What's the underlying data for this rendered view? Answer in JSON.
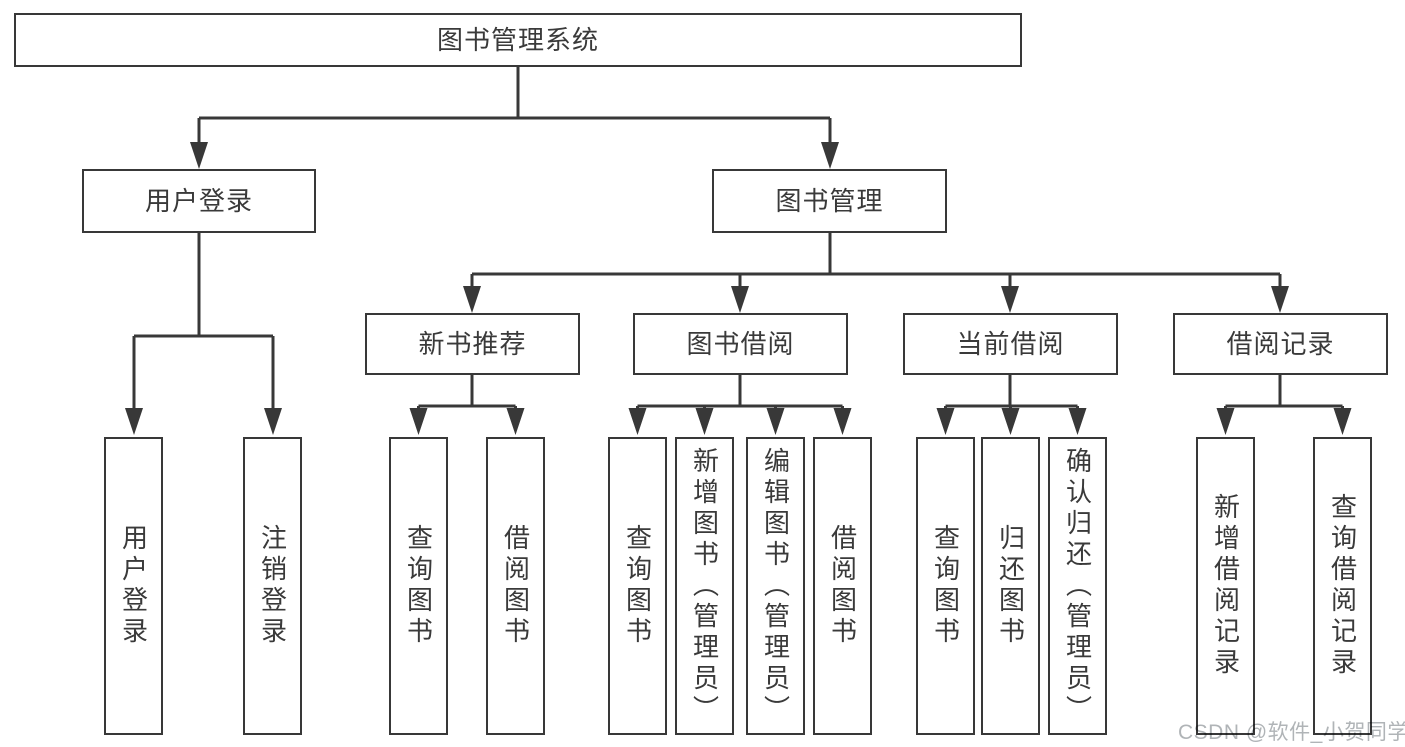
{
  "diagram": {
    "tree": {
      "label": "图书管理系统",
      "children": [
        {
          "label": "用户登录",
          "children": [
            {
              "label": "用户登录"
            },
            {
              "label": "注销登录"
            }
          ]
        },
        {
          "label": "图书管理",
          "children": [
            {
              "label": "新书推荐",
              "children": [
                {
                  "label": "查询图书"
                },
                {
                  "label": "借阅图书"
                }
              ]
            },
            {
              "label": "图书借阅",
              "children": [
                {
                  "label": "查询图书"
                },
                {
                  "label": "新增图书（管理员）"
                },
                {
                  "label": "编辑图书（管理员）"
                },
                {
                  "label": "借阅图书"
                }
              ]
            },
            {
              "label": "当前借阅",
              "children": [
                {
                  "label": "查询图书"
                },
                {
                  "label": "归还图书"
                },
                {
                  "label": "确认归还（管理员）"
                }
              ]
            },
            {
              "label": "借阅记录",
              "children": [
                {
                  "label": "新增借阅记录"
                },
                {
                  "label": "查询借阅记录"
                }
              ]
            }
          ]
        }
      ]
    }
  },
  "watermark": {
    "text": "CSDN @软件_小贺同学"
  },
  "colors": {
    "line": "#383838",
    "box_border": "#383838",
    "text": "#3a3a3a",
    "background": "#ffffff",
    "watermark": "#b0b4b7"
  }
}
